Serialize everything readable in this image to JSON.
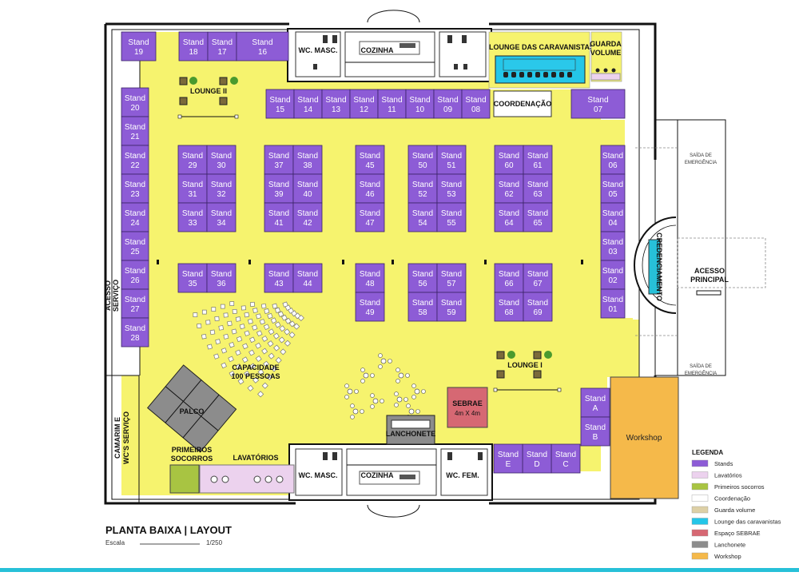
{
  "title": "PLANTA BAIXA | LAYOUT",
  "scale_label": "Escala",
  "scale_value": "1/250",
  "stand_word": "Stand",
  "stands": [
    "19",
    "18",
    "17",
    "16",
    "20",
    "21",
    "22",
    "23",
    "24",
    "25",
    "26",
    "27",
    "28",
    "15",
    "14",
    "13",
    "12",
    "11",
    "10",
    "09",
    "08",
    "07",
    "06",
    "05",
    "04",
    "03",
    "02",
    "01",
    "29",
    "30",
    "31",
    "32",
    "33",
    "34",
    "37",
    "38",
    "39",
    "40",
    "41",
    "42",
    "45",
    "46",
    "47",
    "50",
    "51",
    "52",
    "53",
    "54",
    "55",
    "60",
    "61",
    "62",
    "63",
    "64",
    "65",
    "35",
    "36",
    "43",
    "44",
    "48",
    "49",
    "56",
    "57",
    "58",
    "59",
    "66",
    "67",
    "68",
    "69",
    "A",
    "B",
    "C",
    "D",
    "E"
  ],
  "areas": {
    "wc_masc": "WC. MASC.",
    "cozinha": "COZINHA",
    "wc_fem": "WC. FEM.",
    "lounge_caravanistas": "LOUNGE DAS CARAVANISTAS",
    "guarda_volume_1": "GUARDA",
    "guarda_volume_2": "VOLUME",
    "coordenacao": "COORDENAÇÃO",
    "lounge_ii": "LOUNGE II",
    "lounge_i": "LOUNGE I",
    "acesso_servico_1": "ACESSO",
    "acesso_servico_2": "SERVIÇO",
    "camarim_1": "CAMARIM E",
    "camarim_2": "WC'S SERVIÇO",
    "capacidade_1": "CAPACIDADE",
    "capacidade_2": "100 PESSOAS",
    "palco": "PALCO",
    "primeiros_socorros_1": "PRIMEIROS",
    "primeiros_socorros_2": "SOCORROS",
    "lavatorios": "LAVATÓRIOS",
    "lanchonete": "LANCHONETE",
    "sebrae_1": "SEBRAE",
    "sebrae_2": "4m X 4m",
    "workshop": "Workshop",
    "credenciamento": "CREDENCIAMENTO",
    "acesso_principal_1": "ACESSO",
    "acesso_principal_2": "PRINCIPAL",
    "saida_emergencia_1": "SAÍDA DE",
    "saida_emergencia_2": "EMERGÊNCIA"
  },
  "legend": {
    "title": "LEGENDA",
    "items": [
      {
        "label": "Stands",
        "color": "#8d5cd6"
      },
      {
        "label": "Lavatórios",
        "color": "#ecd2ee"
      },
      {
        "label": "Primeiros socorros",
        "color": "#a8c442"
      },
      {
        "label": "Coordenação",
        "color": "#ffffff"
      },
      {
        "label": "Guarda volume",
        "color": "#ddd0a6"
      },
      {
        "label": "Lounge das caravanistas",
        "color": "#24c6e8"
      },
      {
        "label": "Espaço SEBRAE",
        "color": "#d66873"
      },
      {
        "label": "Lanchonete",
        "color": "#8c8c8c"
      },
      {
        "label": "Workshop",
        "color": "#f5b94a"
      }
    ]
  },
  "colors": {
    "floor": "#f6f36e",
    "stand": "#8d5cd6",
    "accent": "#27c0d8"
  }
}
